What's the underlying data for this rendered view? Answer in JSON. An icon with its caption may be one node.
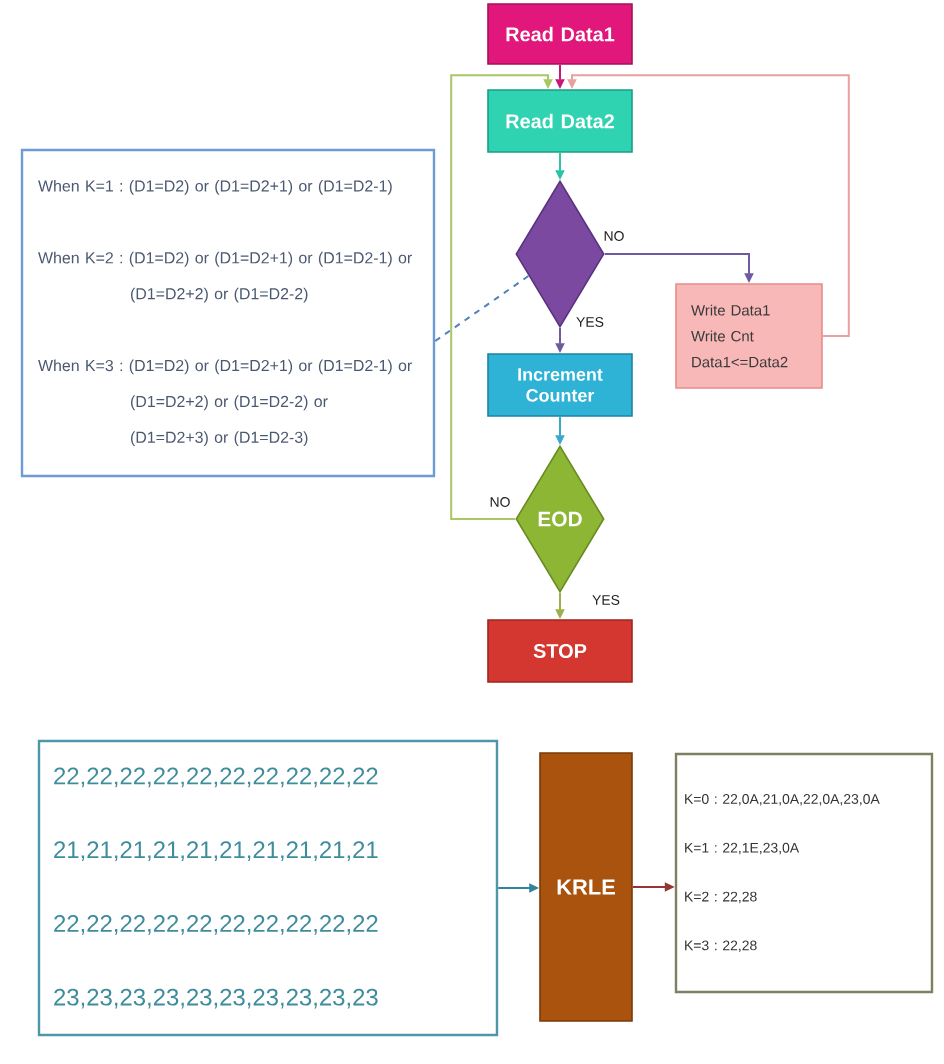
{
  "diagram": {
    "nodes": [
      {
        "text": [
          "Read Data1"
        ]
      },
      {
        "text": [
          "Read Data2"
        ]
      },
      {
        "text": [
          "When K=1 : (D1=D2) or (D1=D2+1) or (D1=D2-1)",
          "When K=2 : (D1=D2) or (D1=D2+1) or (D1=D2-1) or (D1=D2+2) or (D1=D2-2)",
          "When K=3 : (D1=D2) or (D1=D2+1) or (D1=D2-1) or (D1=D2+2) or (D1=D2-2) or (D1=D2+3) or (D1=D2-3)"
        ]
      },
      {
        "text": [],
        "shape": "diamond"
      },
      {
        "text": [
          "Write Data1",
          "Write Cnt",
          "Data1<=Data2"
        ]
      },
      {
        "text": [
          "Increment Counter"
        ]
      },
      {
        "text": [
          "EOD"
        ]
      },
      {
        "text": [
          "STOP"
        ]
      },
      {
        "text": [
          "22,22,22,22,22,22,22,22,22,22",
          "21,21,21,21,21,21,21,21,21,21",
          "22,22,22,22,22,22,22,22,22,22",
          "23,23,23,23,23,23,23,23,23,23"
        ]
      },
      {
        "text": [
          "KRLE"
        ]
      },
      {
        "text": [
          "K=0 : 22,0A,21,0A,22,0A,23,0A",
          "K=1 : 22,1E,23,0A",
          "K=2 : 22,28",
          "K=3 : 22,28"
        ]
      }
    ],
    "edges": [
      {
        "from": 0,
        "to": 1,
        "arrow": "to",
        "color": "#c8197a"
      },
      {
        "from": 1,
        "to": 3,
        "arrow": "to",
        "color": "#2cc4a4"
      },
      {
        "from": 3,
        "to": 4,
        "arrow": "to",
        "label": "NO",
        "color": "#6e5aa0"
      },
      {
        "from": 3,
        "to": 5,
        "arrow": "to",
        "label": "YES",
        "color": "#6e5aa0"
      },
      {
        "from": 4,
        "to": 1,
        "arrow": "to",
        "color": "#e8a0a0"
      },
      {
        "from": 5,
        "to": 6,
        "arrow": "to",
        "color": "#3aa8cc"
      },
      {
        "from": 6,
        "to": 7,
        "arrow": "to",
        "label": "YES",
        "color": "#9cb048"
      },
      {
        "from": 6,
        "to": 1,
        "arrow": "to",
        "label": "NO",
        "color": "#a8c864"
      },
      {
        "from": 2,
        "to": 3,
        "arrow": "none",
        "style": "dashed",
        "color": "#4f81bd"
      },
      {
        "from": 8,
        "to": 9,
        "arrow": "to",
        "color": "#31849b"
      },
      {
        "from": 9,
        "to": 10,
        "arrow": "to",
        "color": "#953735"
      }
    ]
  }
}
